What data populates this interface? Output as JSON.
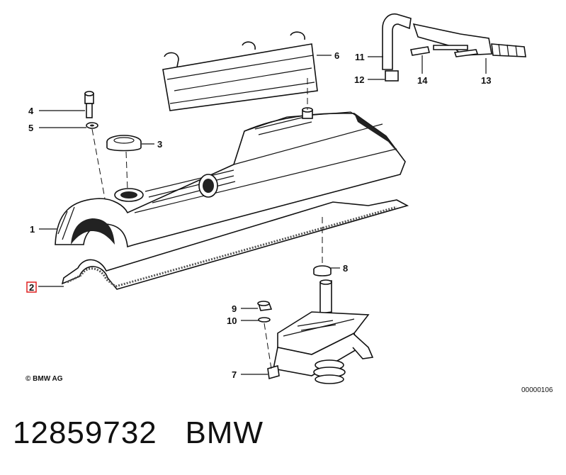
{
  "diagram": {
    "callouts": {
      "c1": "1",
      "c2": "2",
      "c3": "3",
      "c4": "4",
      "c5": "5",
      "c6": "6",
      "c7": "7",
      "c8": "8",
      "c9": "9",
      "c10": "10",
      "c11": "11",
      "c12": "12",
      "c13": "13",
      "c14": "14"
    },
    "copyright": "© BMW AG",
    "drawing_number": "00000106",
    "highlight_color": "#e02020"
  },
  "footer": {
    "part_number": "12859732",
    "brand": "BMW"
  }
}
